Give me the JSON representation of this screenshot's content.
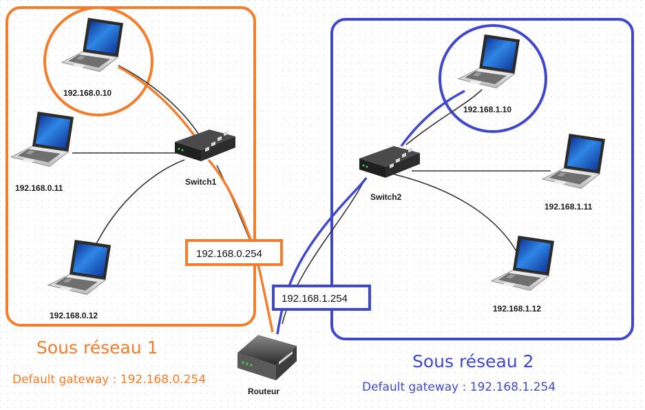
{
  "subnet1": {
    "title": "Sous réseau 1",
    "gateway": "Default gateway : 192.168.0.254",
    "color": "#f47c2a",
    "laptops": [
      "192.168.0.10",
      "192.168.0.11",
      "192.168.0.12"
    ],
    "switch": "Switch1",
    "router_ip": "192.168.0.254"
  },
  "subnet2": {
    "title": "Sous réseau 2",
    "gateway": "Default gateway : 192.168.1.254",
    "color": "#3f48cc",
    "laptops": [
      "192.168.1.10",
      "192.168.1.11",
      "192.168.1.12"
    ],
    "switch": "Switch2",
    "router_ip": "192.168.1.254"
  },
  "router": {
    "label": "Routeur"
  },
  "icons": {
    "laptop": "laptop-icon",
    "switch": "network-switch-icon",
    "router": "router-icon"
  }
}
